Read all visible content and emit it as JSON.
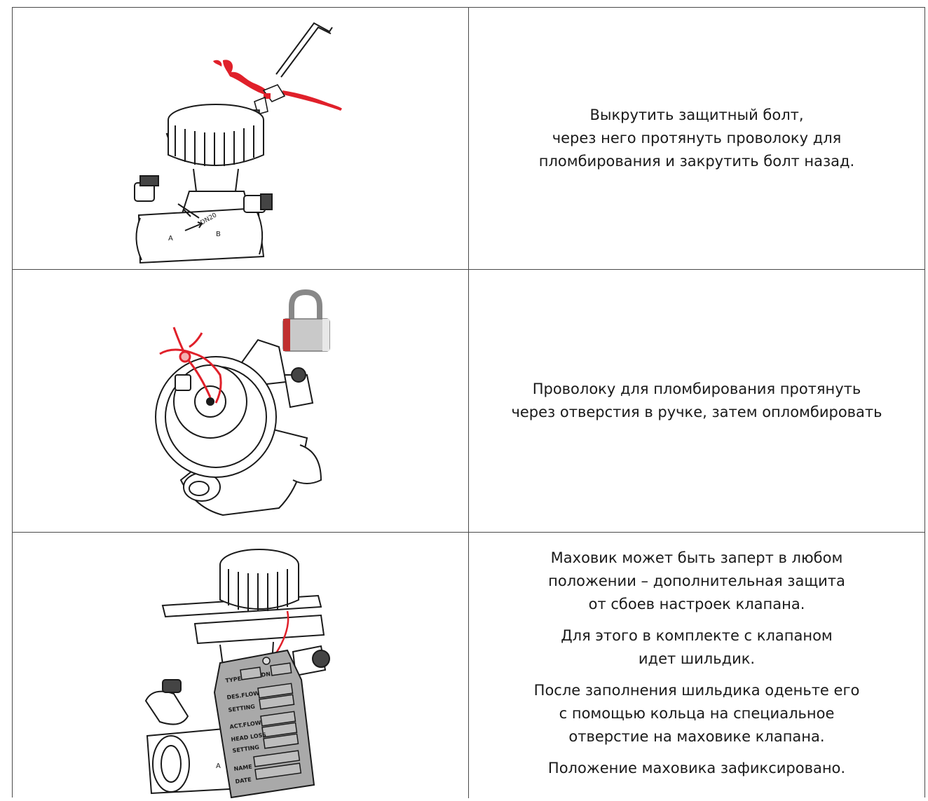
{
  "rows": [
    {
      "lines": [
        "Выкрутить защитный болт,",
        "через него протянуть проволоку для",
        "пломбирования и закрутить болт назад."
      ]
    },
    {
      "lines": [
        "Проволоку для пломбирования протянуть",
        "через отверстия в ручке, затем опломбировать"
      ]
    },
    {
      "paragraphs": [
        [
          "Маховик может быть заперт в любом",
          "положении – дополнительная защита",
          "от сбоев настроек клапана."
        ],
        [
          "Для этого в комплекте с клапаном",
          "идет шильдик."
        ],
        [
          "После заполнения шильдика оденьте его",
          "с помощью кольца на специальное",
          "отверстие на маховике клапана."
        ],
        [
          "Положение маховика зафиксировано."
        ]
      ]
    }
  ],
  "valve_marks": {
    "size": "DN20",
    "port_a": "A",
    "port_b": "B"
  },
  "tag": {
    "type_label": "TYPE",
    "dn_label": "DN",
    "des_flow": "DES.FLOW",
    "setting1": "SETTING",
    "act_flow": "ACT.FLOW",
    "head_loss": "HEAD LOSS",
    "setting2": "SETTING",
    "name": "NAME",
    "date": "DATE"
  },
  "colors": {
    "seal": "#e0202a",
    "line": "#1a1a1a",
    "tag_fill": "#a9a9a9",
    "lock_body": "#c03030"
  },
  "icons": [
    "hex-key-icon",
    "seal-wire-icon",
    "padlock-icon",
    "valve-icon",
    "tag-icon"
  ]
}
